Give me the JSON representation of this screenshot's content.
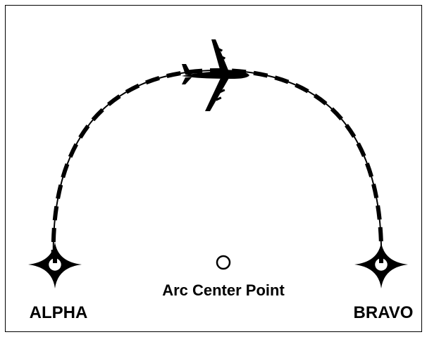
{
  "diagram": {
    "labels": {
      "waypoint_left": "ALPHA",
      "waypoint_right": "BRAVO",
      "center_point": "Arc Center Point"
    },
    "icons": {
      "aircraft": "airplane-icon",
      "waypoint": "four-point-star-waypoint-icon",
      "center": "open-circle-icon"
    },
    "colors": {
      "ink": "#000000",
      "background": "#ffffff"
    }
  }
}
